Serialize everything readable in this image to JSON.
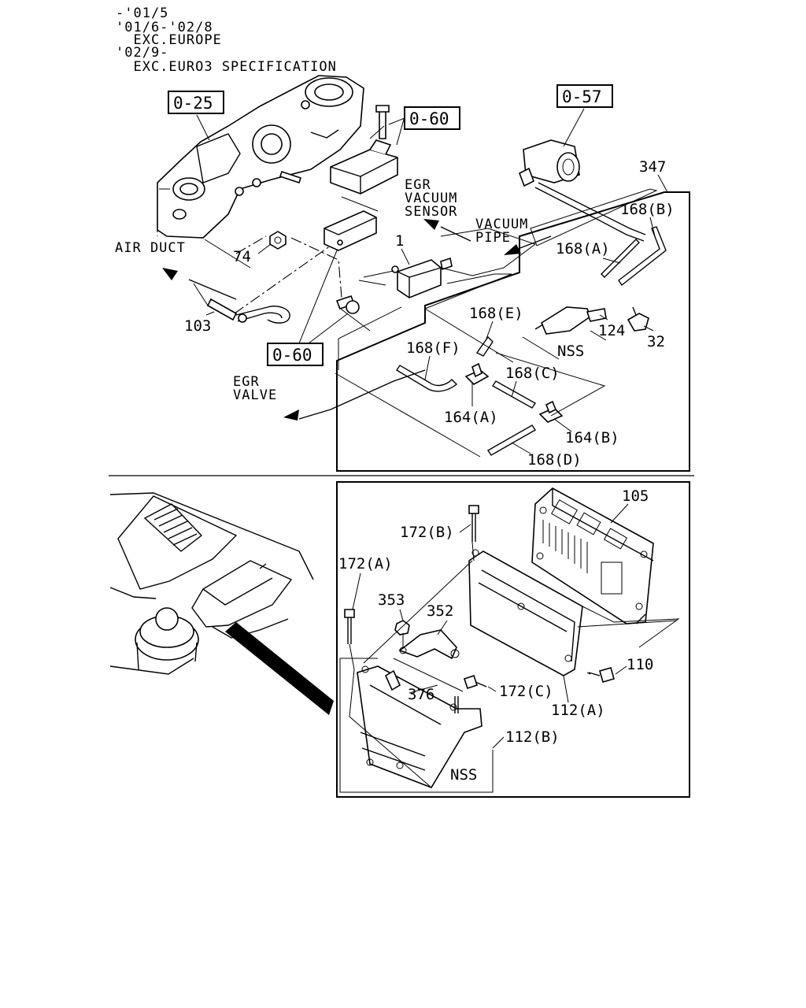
{
  "header_notes": [
    "-'01/5",
    "'01/6-'02/8",
    "  EXC.EUROPE",
    "'02/9-",
    "  EXC.EURO3 SPECIFICATION"
  ],
  "references": {
    "ref_0_25": "0-25",
    "ref_0_60_top": "0-60",
    "ref_0_57": "0-57",
    "ref_0_60_bottom": "0-60"
  },
  "annotations": {
    "air_duct": "AIR DUCT",
    "egr_vacuum_sensor": [
      "EGR",
      "VACUUM",
      "SENSOR"
    ],
    "vacuum_pipe": [
      "VACUUM",
      "PIPE"
    ],
    "egr_valve": [
      "EGR",
      "VALVE"
    ],
    "nss_top": "NSS",
    "nss_bottom": "NSS"
  },
  "part_numbers": {
    "p347": "347",
    "p168b": "168(B)",
    "p168a": "168(A)",
    "p1": "1",
    "p74": "74",
    "p103": "103",
    "p124": "124",
    "p32": "32",
    "p168e": "168(E)",
    "p168f": "168(F)",
    "p168c": "168(C)",
    "p164a": "164(A)",
    "p164b": "164(B)",
    "p168d": "168(D)",
    "p105": "105",
    "p172b": "172(B)",
    "p172a": "172(A)",
    "p353": "353",
    "p352": "352",
    "p110": "110",
    "p376": "376",
    "p172c": "172(C)",
    "p112a": "112(A)",
    "p112b": "112(B)"
  }
}
